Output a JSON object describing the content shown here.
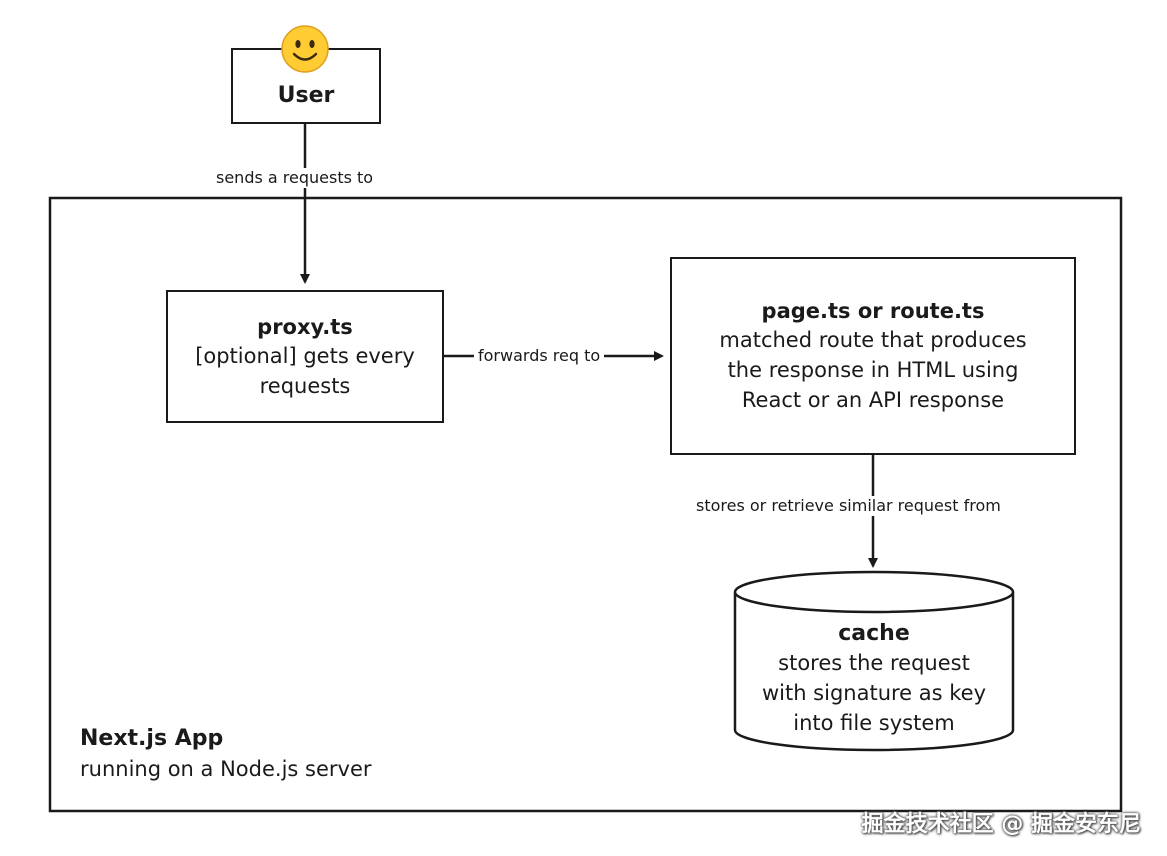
{
  "user": {
    "label": "User"
  },
  "edges": {
    "user_to_proxy": "sends a requests to",
    "proxy_to_page": "forwards req to",
    "page_to_cache": "stores or retrieve similar request from"
  },
  "proxy": {
    "title": "proxy.ts",
    "lines": [
      "[optional] gets every",
      "requests"
    ]
  },
  "page": {
    "title": "page.ts or route.ts",
    "lines": [
      "matched route that produces",
      "the response in HTML using",
      "React or an API response"
    ]
  },
  "cache": {
    "title": "cache",
    "lines": [
      "stores the request",
      "with signature as key",
      "into file system"
    ]
  },
  "app": {
    "title": "Next.js App",
    "subtitle": "running on a Node.js server"
  },
  "watermark": "掘金技术社区 @ 掘金安东尼",
  "colors": {
    "stroke": "#1a1a1a",
    "smiley_face": "#FFCC33",
    "smiley_outline": "#E0A020"
  },
  "icons": {
    "user_avatar": "smiley-face-icon"
  }
}
